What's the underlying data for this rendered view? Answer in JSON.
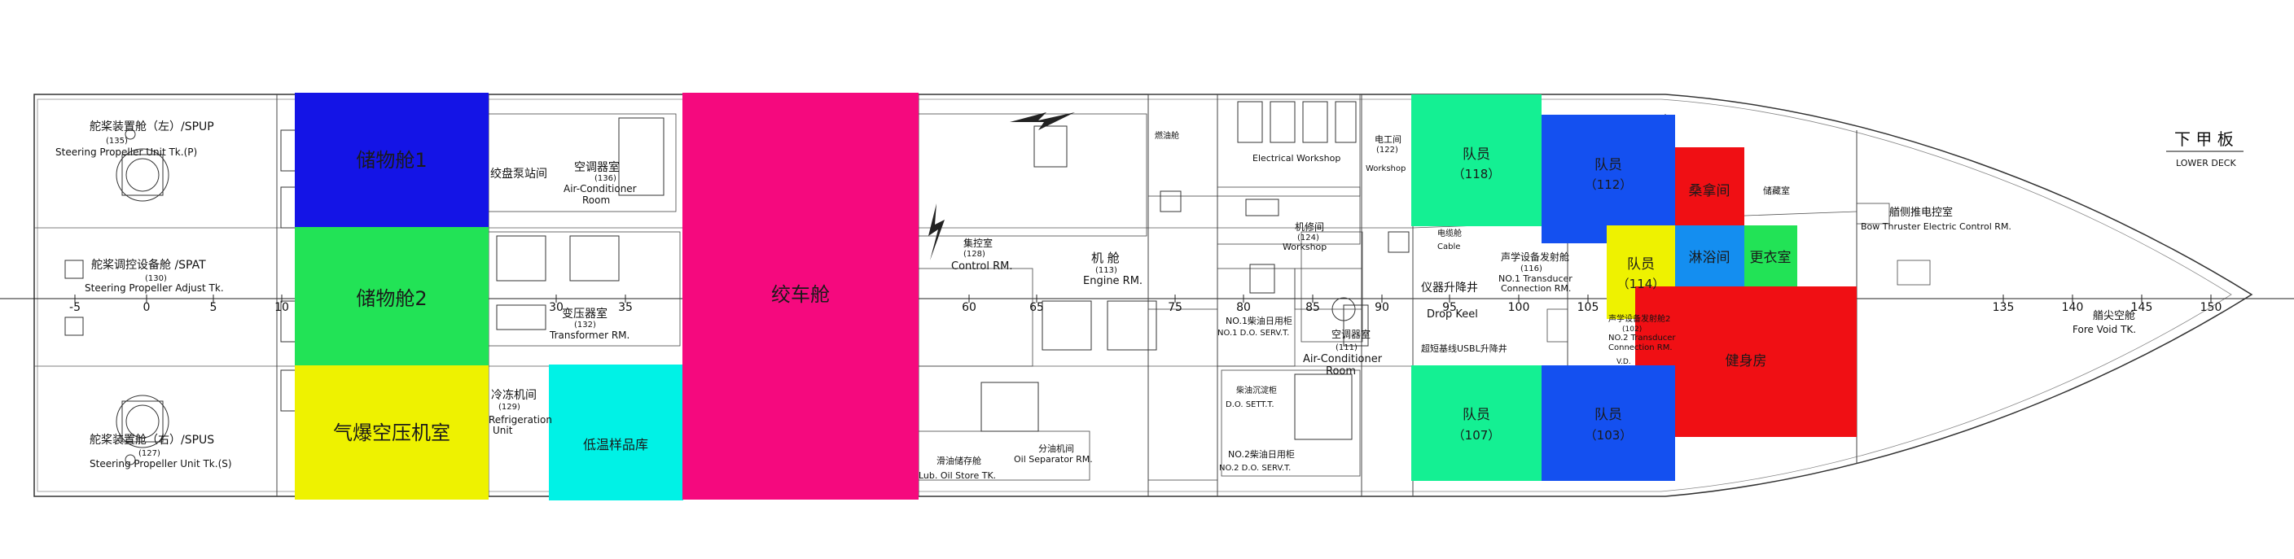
{
  "deck": {
    "title_cn": "下 甲 板",
    "title_en": "LOWER DECK"
  },
  "frame_ticks": [
    "-5",
    "0",
    "5",
    "10",
    "30",
    "35",
    "60",
    "65",
    "75",
    "80",
    "85",
    "90",
    "95",
    "100",
    "105",
    "135",
    "140",
    "145",
    "150"
  ],
  "colored_rooms": [
    {
      "id": "storage1",
      "label": "储物舱1",
      "sub": "",
      "color": "#1414e6"
    },
    {
      "id": "storage2",
      "label": "储物舱2",
      "sub": "",
      "color": "#22e356"
    },
    {
      "id": "compressor",
      "label": "气爆空压机室",
      "sub": "",
      "color": "#eef200"
    },
    {
      "id": "lowtemp",
      "label": "低温样品库",
      "sub": "",
      "color": "#00f2e6"
    },
    {
      "id": "winch",
      "label": "绞车舱",
      "sub": "",
      "color": "#f5097e"
    },
    {
      "id": "crew118",
      "label": "队员",
      "sub": "（118）",
      "color": "#14f093"
    },
    {
      "id": "crew112",
      "label": "队员",
      "sub": "（112）",
      "color": "#1450f0"
    },
    {
      "id": "sauna",
      "label": "桑拿间",
      "sub": "",
      "color": "#f00f14"
    },
    {
      "id": "crew114",
      "label": "队员",
      "sub": "（114）",
      "color": "#eef200"
    },
    {
      "id": "shower",
      "label": "淋浴间",
      "sub": "",
      "color": "#148ef0"
    },
    {
      "id": "locker",
      "label": "更衣室",
      "sub": "",
      "color": "#22e356"
    },
    {
      "id": "gym",
      "label": "健身房",
      "sub": "",
      "color": "#f00f14"
    },
    {
      "id": "crew107",
      "label": "队员",
      "sub": "（107）",
      "color": "#14f093"
    },
    {
      "id": "crew103",
      "label": "队员",
      "sub": "（103）",
      "color": "#1450f0"
    }
  ],
  "drawing_labels": [
    {
      "id": "spup",
      "text": "舵桨装置舱（左）/SPUP"
    },
    {
      "id": "spup_no",
      "text": "(135)"
    },
    {
      "id": "spup_en",
      "text": "Steering Propeller Unit Tk.(P)"
    },
    {
      "id": "spat",
      "text": "舵桨调控设备舱 /SPAT"
    },
    {
      "id": "spat_no",
      "text": "(130)"
    },
    {
      "id": "spat_en",
      "text": "Steering Propeller Adjust Tk."
    },
    {
      "id": "spus",
      "text": "舵桨装置舱（右）/SPUS"
    },
    {
      "id": "spus_no",
      "text": "(127)"
    },
    {
      "id": "spus_en",
      "text": "Steering Propeller Unit Tk.(S)"
    },
    {
      "id": "pumproom",
      "text": "绞盘泵站间"
    },
    {
      "id": "aircon1",
      "text": "空调器室"
    },
    {
      "id": "aircon1_no",
      "text": "(136)"
    },
    {
      "id": "aircon1_en",
      "text": "Air-Conditioner"
    },
    {
      "id": "aircon1_en2",
      "text": "Room"
    },
    {
      "id": "transformer",
      "text": "变压器室"
    },
    {
      "id": "transformer_no",
      "text": "(132)"
    },
    {
      "id": "transformer_en",
      "text": "Transformer RM."
    },
    {
      "id": "refrig",
      "text": "冷冻机间"
    },
    {
      "id": "refrig_no",
      "text": "(129)"
    },
    {
      "id": "refrig_en",
      "text": "Refrigeration"
    },
    {
      "id": "refrig_en2",
      "text": "Unit"
    },
    {
      "id": "control",
      "text": "集控室"
    },
    {
      "id": "control_no",
      "text": "(128)"
    },
    {
      "id": "control_en",
      "text": "Control RM."
    },
    {
      "id": "engine",
      "text": "机 舱"
    },
    {
      "id": "engine_no",
      "text": "(113)"
    },
    {
      "id": "engine_en",
      "text": "Engine RM."
    },
    {
      "id": "lube",
      "text": "滑油储存舱"
    },
    {
      "id": "lube_en",
      "text": "Lub. Oil Store TK."
    },
    {
      "id": "oilsep",
      "text": "分油机间"
    },
    {
      "id": "oilsep_en",
      "text": "Oil Separator RM."
    },
    {
      "id": "elecwork",
      "text": "Electrical Workshop"
    },
    {
      "id": "workshop",
      "text": "机修间"
    },
    {
      "id": "workshop_no",
      "text": "(124)"
    },
    {
      "id": "workshop_en",
      "text": "Workshop"
    },
    {
      "id": "elec",
      "text": "电工间"
    },
    {
      "id": "elec_no",
      "text": "(122)"
    },
    {
      "id": "elec_en",
      "text": "Workshop"
    },
    {
      "id": "fuel",
      "text": "燃油舱"
    },
    {
      "id": "aircon2",
      "text": "空调器室"
    },
    {
      "id": "aircon2_no",
      "text": "(111)"
    },
    {
      "id": "aircon2_en",
      "text": "Air-Conditioner"
    },
    {
      "id": "aircon2_en2",
      "text": "Room"
    },
    {
      "id": "do1",
      "text": "NO.1柴油日用柜"
    },
    {
      "id": "do1_en",
      "text": "NO.1 D.O. SERV.T."
    },
    {
      "id": "do_sett",
      "text": "柴油沉淀柜"
    },
    {
      "id": "do_sett_en",
      "text": "D.O. SETT.T."
    },
    {
      "id": "do2",
      "text": "NO.2柴油日用柜"
    },
    {
      "id": "do2_en",
      "text": "NO.2 D.O. SERV.T."
    },
    {
      "id": "cable",
      "text": "电缆舱"
    },
    {
      "id": "cable_en",
      "text": "Cable"
    },
    {
      "id": "dropkeel",
      "text": "仪器升降井"
    },
    {
      "id": "dropkeel_en",
      "text": "Drop Keel"
    },
    {
      "id": "transducer1",
      "text": "声学设备发射舱"
    },
    {
      "id": "transducer1_no",
      "text": "(116)"
    },
    {
      "id": "transducer1_en",
      "text": "NO.1 Transducer"
    },
    {
      "id": "transducer1_en2",
      "text": "Connection RM."
    },
    {
      "id": "transducer2",
      "text": "声学设备发射舱2"
    },
    {
      "id": "transducer2_no",
      "text": "(102)"
    },
    {
      "id": "transducer2_en",
      "text": "NO.2 Transducer"
    },
    {
      "id": "transducer2_en2",
      "text": "Connection RM."
    },
    {
      "id": "usbl",
      "text": "超短基线USBL升降井"
    },
    {
      "id": "stores",
      "text": "储藏室"
    },
    {
      "id": "bowthruster",
      "text": "艏侧推电控室"
    },
    {
      "id": "bowthruster_en",
      "text": "Bow Thruster Electric Control RM."
    },
    {
      "id": "forevoid",
      "text": "艏尖空舱"
    },
    {
      "id": "forevoid_en",
      "text": "Fore Void TK."
    },
    {
      "id": "vd",
      "text": "V.D."
    }
  ]
}
